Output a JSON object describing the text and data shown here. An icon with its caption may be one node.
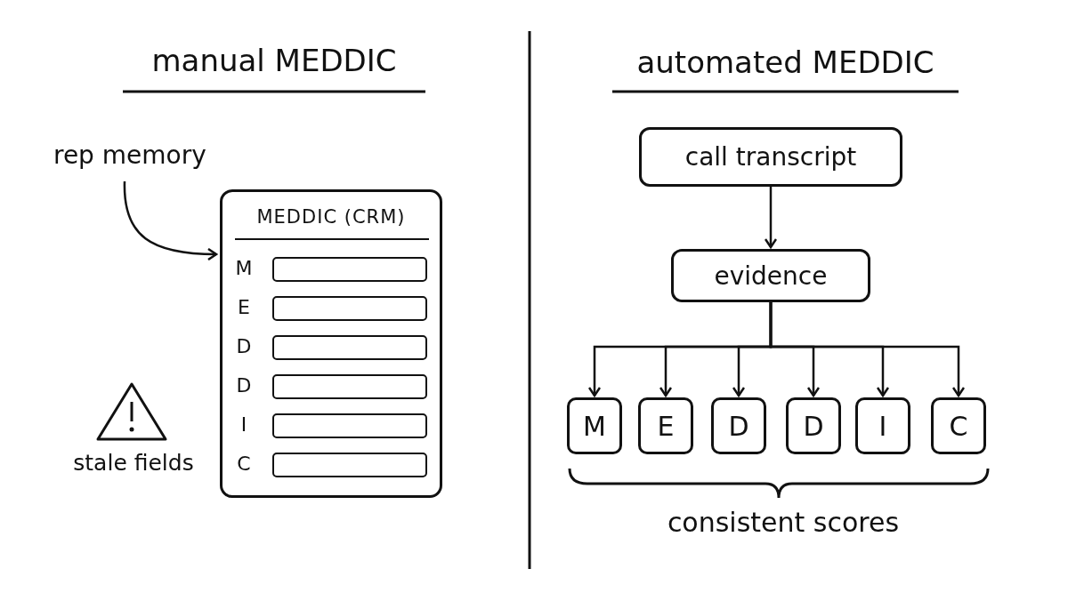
{
  "diagram": {
    "nodes": [
      {
        "text": [
          "rep memory"
        ]
      },
      {
        "text": [
          "MEDDIC (CRM)"
        ]
      },
      {
        "text": [],
        "shape": "box",
        "in": 1,
        "beside": [
          "M"
        ]
      },
      {
        "text": [],
        "shape": "box",
        "in": 1,
        "beside": [
          "E"
        ]
      },
      {
        "text": [],
        "shape": "box",
        "in": 1,
        "beside": [
          "D"
        ]
      },
      {
        "text": [],
        "shape": "box",
        "in": 1,
        "beside": [
          "D"
        ]
      },
      {
        "text": [],
        "shape": "box",
        "in": 1,
        "beside": [
          "I"
        ]
      },
      {
        "text": [],
        "shape": "box",
        "in": 1,
        "beside": [
          "C"
        ]
      },
      {
        "text": [
          "call transcript"
        ]
      },
      {
        "text": [
          "evidence"
        ]
      },
      {
        "text": [
          "M"
        ]
      },
      {
        "text": [
          "E"
        ]
      },
      {
        "text": [
          "D"
        ]
      },
      {
        "text": [
          "D"
        ]
      },
      {
        "text": [
          "I"
        ]
      },
      {
        "text": [
          "C"
        ]
      }
    ],
    "edges": [
      {
        "from": 0,
        "to": 1,
        "arrow": "to"
      },
      {
        "from": 8,
        "to": 9,
        "arrow": "to"
      },
      {
        "from": 9,
        "to": 10,
        "arrow": "to"
      },
      {
        "from": 9,
        "to": 11,
        "arrow": "to"
      },
      {
        "from": 9,
        "to": 12,
        "arrow": "to"
      },
      {
        "from": 9,
        "to": 13,
        "arrow": "to"
      },
      {
        "from": 9,
        "to": 14,
        "arrow": "to"
      },
      {
        "from": 9,
        "to": 15,
        "arrow": "to"
      }
    ],
    "labels": [
      "manual MEDDIC",
      "automated MEDDIC",
      "stale fields",
      "consistent scores"
    ]
  }
}
